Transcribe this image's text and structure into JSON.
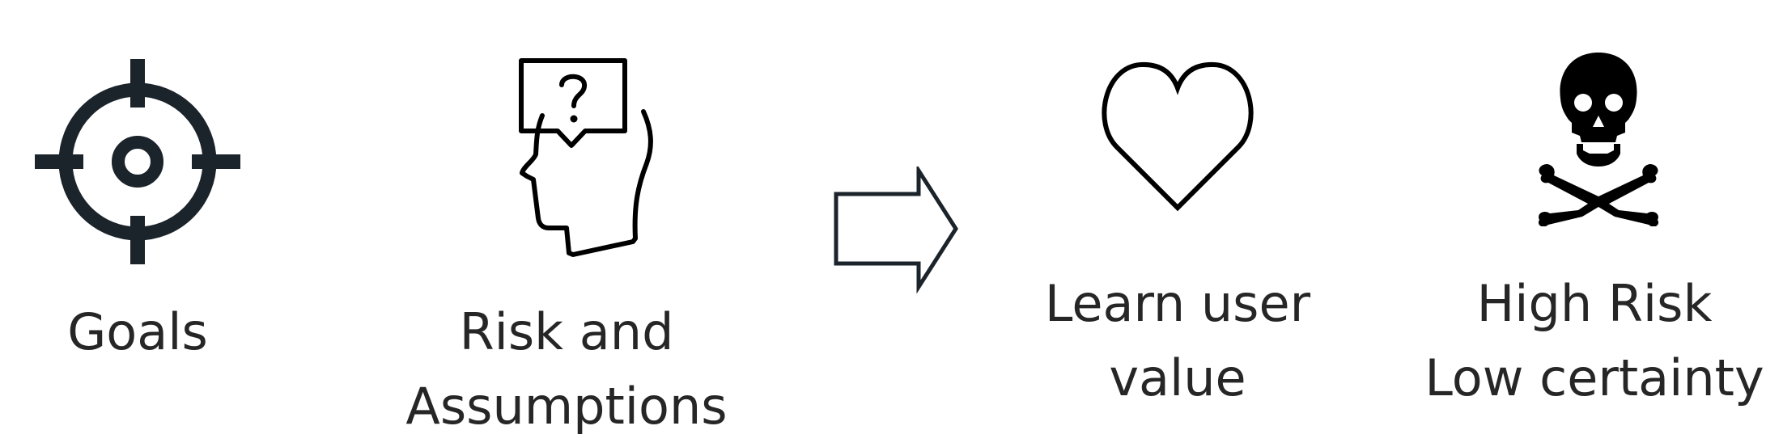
{
  "items": [
    {
      "icon": "crosshair-target-icon",
      "lines": [
        "Goals"
      ]
    },
    {
      "icon": "head-question-icon",
      "lines": [
        "Risk and",
        "Assumptions"
      ]
    },
    {
      "icon": "right-arrow-icon"
    },
    {
      "icon": "heart-icon",
      "lines": [
        "Learn user",
        "value"
      ]
    },
    {
      "icon": "skull-crossbones-icon",
      "lines": [
        "High Risk",
        "Low certainty"
      ]
    }
  ],
  "colors": {
    "icon_dark": "#1b232b",
    "icon_black": "#000000",
    "text": "#262626",
    "background": "#ffffff"
  }
}
